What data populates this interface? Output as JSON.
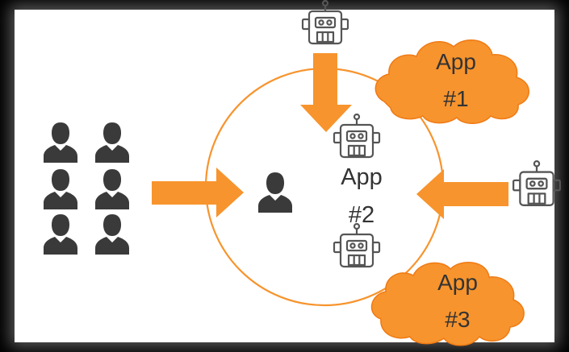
{
  "diagram": {
    "apps": [
      {
        "id": "app1",
        "line1": "App",
        "line2": "#1"
      },
      {
        "id": "app2",
        "line1": "App",
        "line2": "#2"
      },
      {
        "id": "app3",
        "line1": "App",
        "line2": "#3"
      }
    ],
    "icons": {
      "user": "person-icon",
      "bot": "robot-icon",
      "arrow": "arrow-icon",
      "cloud": "cloud-icon"
    },
    "colors": {
      "background": "#000000",
      "panel": "#ffffff",
      "accent": "#F7942D",
      "circle": "#F7942D",
      "person": "#3a3a3a",
      "robot_stroke": "#555555",
      "text": "#333333"
    }
  }
}
